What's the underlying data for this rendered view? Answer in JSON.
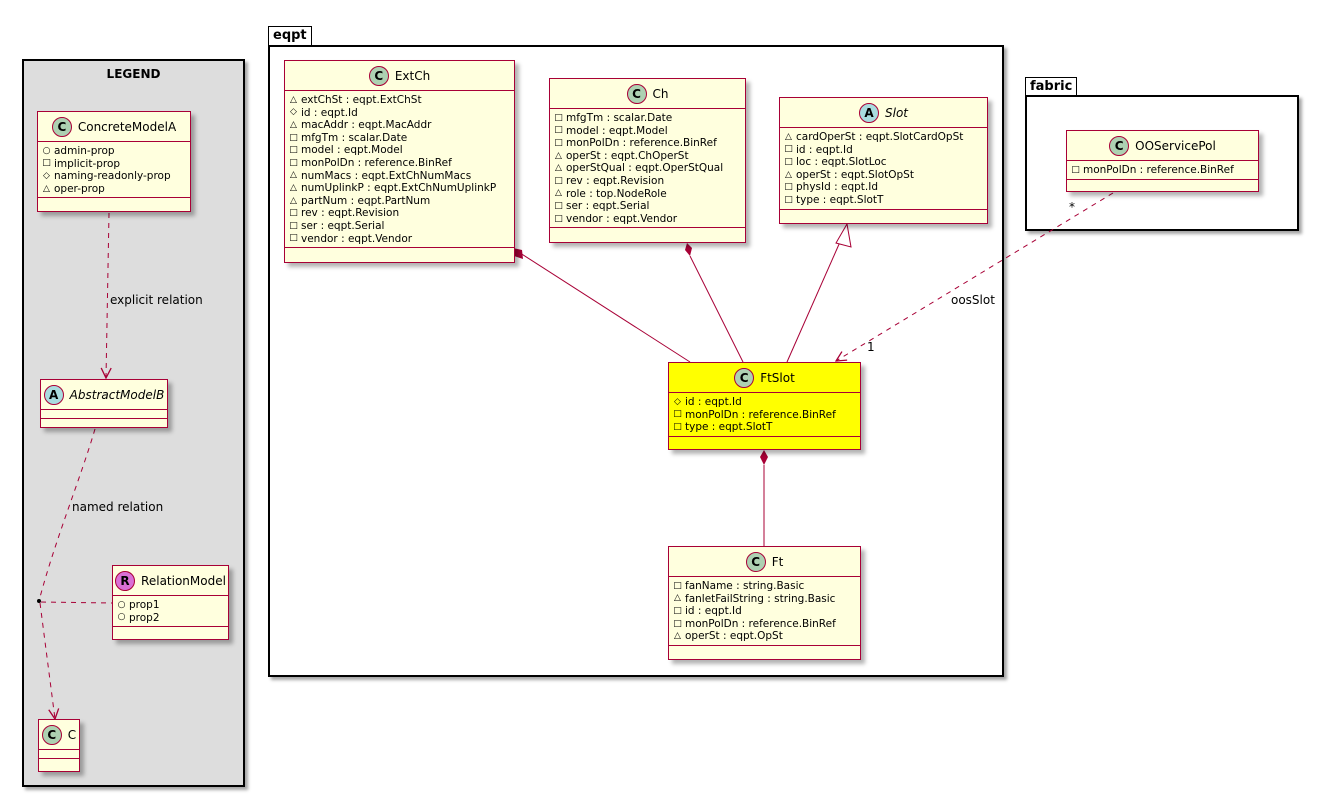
{
  "legend": {
    "title": "LEGEND"
  },
  "packages": {
    "eqpt": "eqpt",
    "fabric": "fabric"
  },
  "legend_classes": {
    "concrete": {
      "name": "ConcreteModelA",
      "badge": "C",
      "attrs": [
        {
          "vis": "public",
          "text": "admin-prop"
        },
        {
          "vis": "private",
          "text": "implicit-prop"
        },
        {
          "vis": "protected",
          "text": "naming-readonly-prop"
        },
        {
          "vis": "package",
          "text": "oper-prop"
        }
      ]
    },
    "abstract": {
      "name": "AbstractModelB",
      "badge": "A"
    },
    "relation": {
      "name": "RelationModel",
      "badge": "R",
      "attrs": [
        {
          "vis": "public",
          "text": "prop1"
        },
        {
          "vis": "public",
          "text": "prop2"
        }
      ]
    },
    "c": {
      "name": "C",
      "badge": "C"
    }
  },
  "classes": {
    "extch": {
      "name": "ExtCh",
      "badge": "C",
      "attrs": [
        {
          "vis": "package",
          "text": "extChSt : eqpt.ExtChSt"
        },
        {
          "vis": "protected",
          "text": "id : eqpt.Id"
        },
        {
          "vis": "package",
          "text": "macAddr : eqpt.MacAddr"
        },
        {
          "vis": "private",
          "text": "mfgTm : scalar.Date"
        },
        {
          "vis": "private",
          "text": "model : eqpt.Model"
        },
        {
          "vis": "private",
          "text": "monPolDn : reference.BinRef"
        },
        {
          "vis": "package",
          "text": "numMacs : eqpt.ExtChNumMacs"
        },
        {
          "vis": "package",
          "text": "numUplinkP : eqpt.ExtChNumUplinkP"
        },
        {
          "vis": "package",
          "text": "partNum : eqpt.PartNum"
        },
        {
          "vis": "private",
          "text": "rev : eqpt.Revision"
        },
        {
          "vis": "private",
          "text": "ser : eqpt.Serial"
        },
        {
          "vis": "private",
          "text": "vendor : eqpt.Vendor"
        }
      ]
    },
    "ch": {
      "name": "Ch",
      "badge": "C",
      "attrs": [
        {
          "vis": "private",
          "text": "mfgTm : scalar.Date"
        },
        {
          "vis": "private",
          "text": "model : eqpt.Model"
        },
        {
          "vis": "private",
          "text": "monPolDn : reference.BinRef"
        },
        {
          "vis": "package",
          "text": "operSt : eqpt.ChOperSt"
        },
        {
          "vis": "package",
          "text": "operStQual : eqpt.OperStQual"
        },
        {
          "vis": "private",
          "text": "rev : eqpt.Revision"
        },
        {
          "vis": "package",
          "text": "role : top.NodeRole"
        },
        {
          "vis": "private",
          "text": "ser : eqpt.Serial"
        },
        {
          "vis": "private",
          "text": "vendor : eqpt.Vendor"
        }
      ]
    },
    "slot": {
      "name": "Slot",
      "badge": "A",
      "attrs": [
        {
          "vis": "package",
          "text": "cardOperSt : eqpt.SlotCardOpSt"
        },
        {
          "vis": "private",
          "text": "id : eqpt.Id"
        },
        {
          "vis": "private",
          "text": "loc : eqpt.SlotLoc"
        },
        {
          "vis": "package",
          "text": "operSt : eqpt.SlotOpSt"
        },
        {
          "vis": "private",
          "text": "physId : eqpt.Id"
        },
        {
          "vis": "private",
          "text": "type : eqpt.SlotT"
        }
      ]
    },
    "ftslot": {
      "name": "FtSlot",
      "badge": "C",
      "attrs": [
        {
          "vis": "protected",
          "text": "id : eqpt.Id"
        },
        {
          "vis": "private",
          "text": "monPolDn : reference.BinRef"
        },
        {
          "vis": "private",
          "text": "type : eqpt.SlotT"
        }
      ]
    },
    "ft": {
      "name": "Ft",
      "badge": "C",
      "attrs": [
        {
          "vis": "private",
          "text": "fanName : string.Basic"
        },
        {
          "vis": "package",
          "text": "fanletFailString : string.Basic"
        },
        {
          "vis": "private",
          "text": "id : eqpt.Id"
        },
        {
          "vis": "private",
          "text": "monPolDn : reference.BinRef"
        },
        {
          "vis": "package",
          "text": "operSt : eqpt.OpSt"
        }
      ]
    },
    "ooservicepol": {
      "name": "OOServicePol",
      "badge": "C",
      "attrs": [
        {
          "vis": "private",
          "text": "monPolDn : reference.BinRef"
        }
      ]
    }
  },
  "labels": {
    "explicit": "explicit relation",
    "named": "named relation",
    "oosslot": "oosSlot",
    "mult_star": "*",
    "mult_one": "1"
  },
  "colors": {
    "class_fill": "#ffffde",
    "class_border": "#a80036",
    "highlight_fill": "#ffff00",
    "legend_fill": "#dddddd",
    "badge_class": "#add1b2",
    "badge_abstract": "#a9dcdf",
    "badge_relation": "#da70d6"
  }
}
